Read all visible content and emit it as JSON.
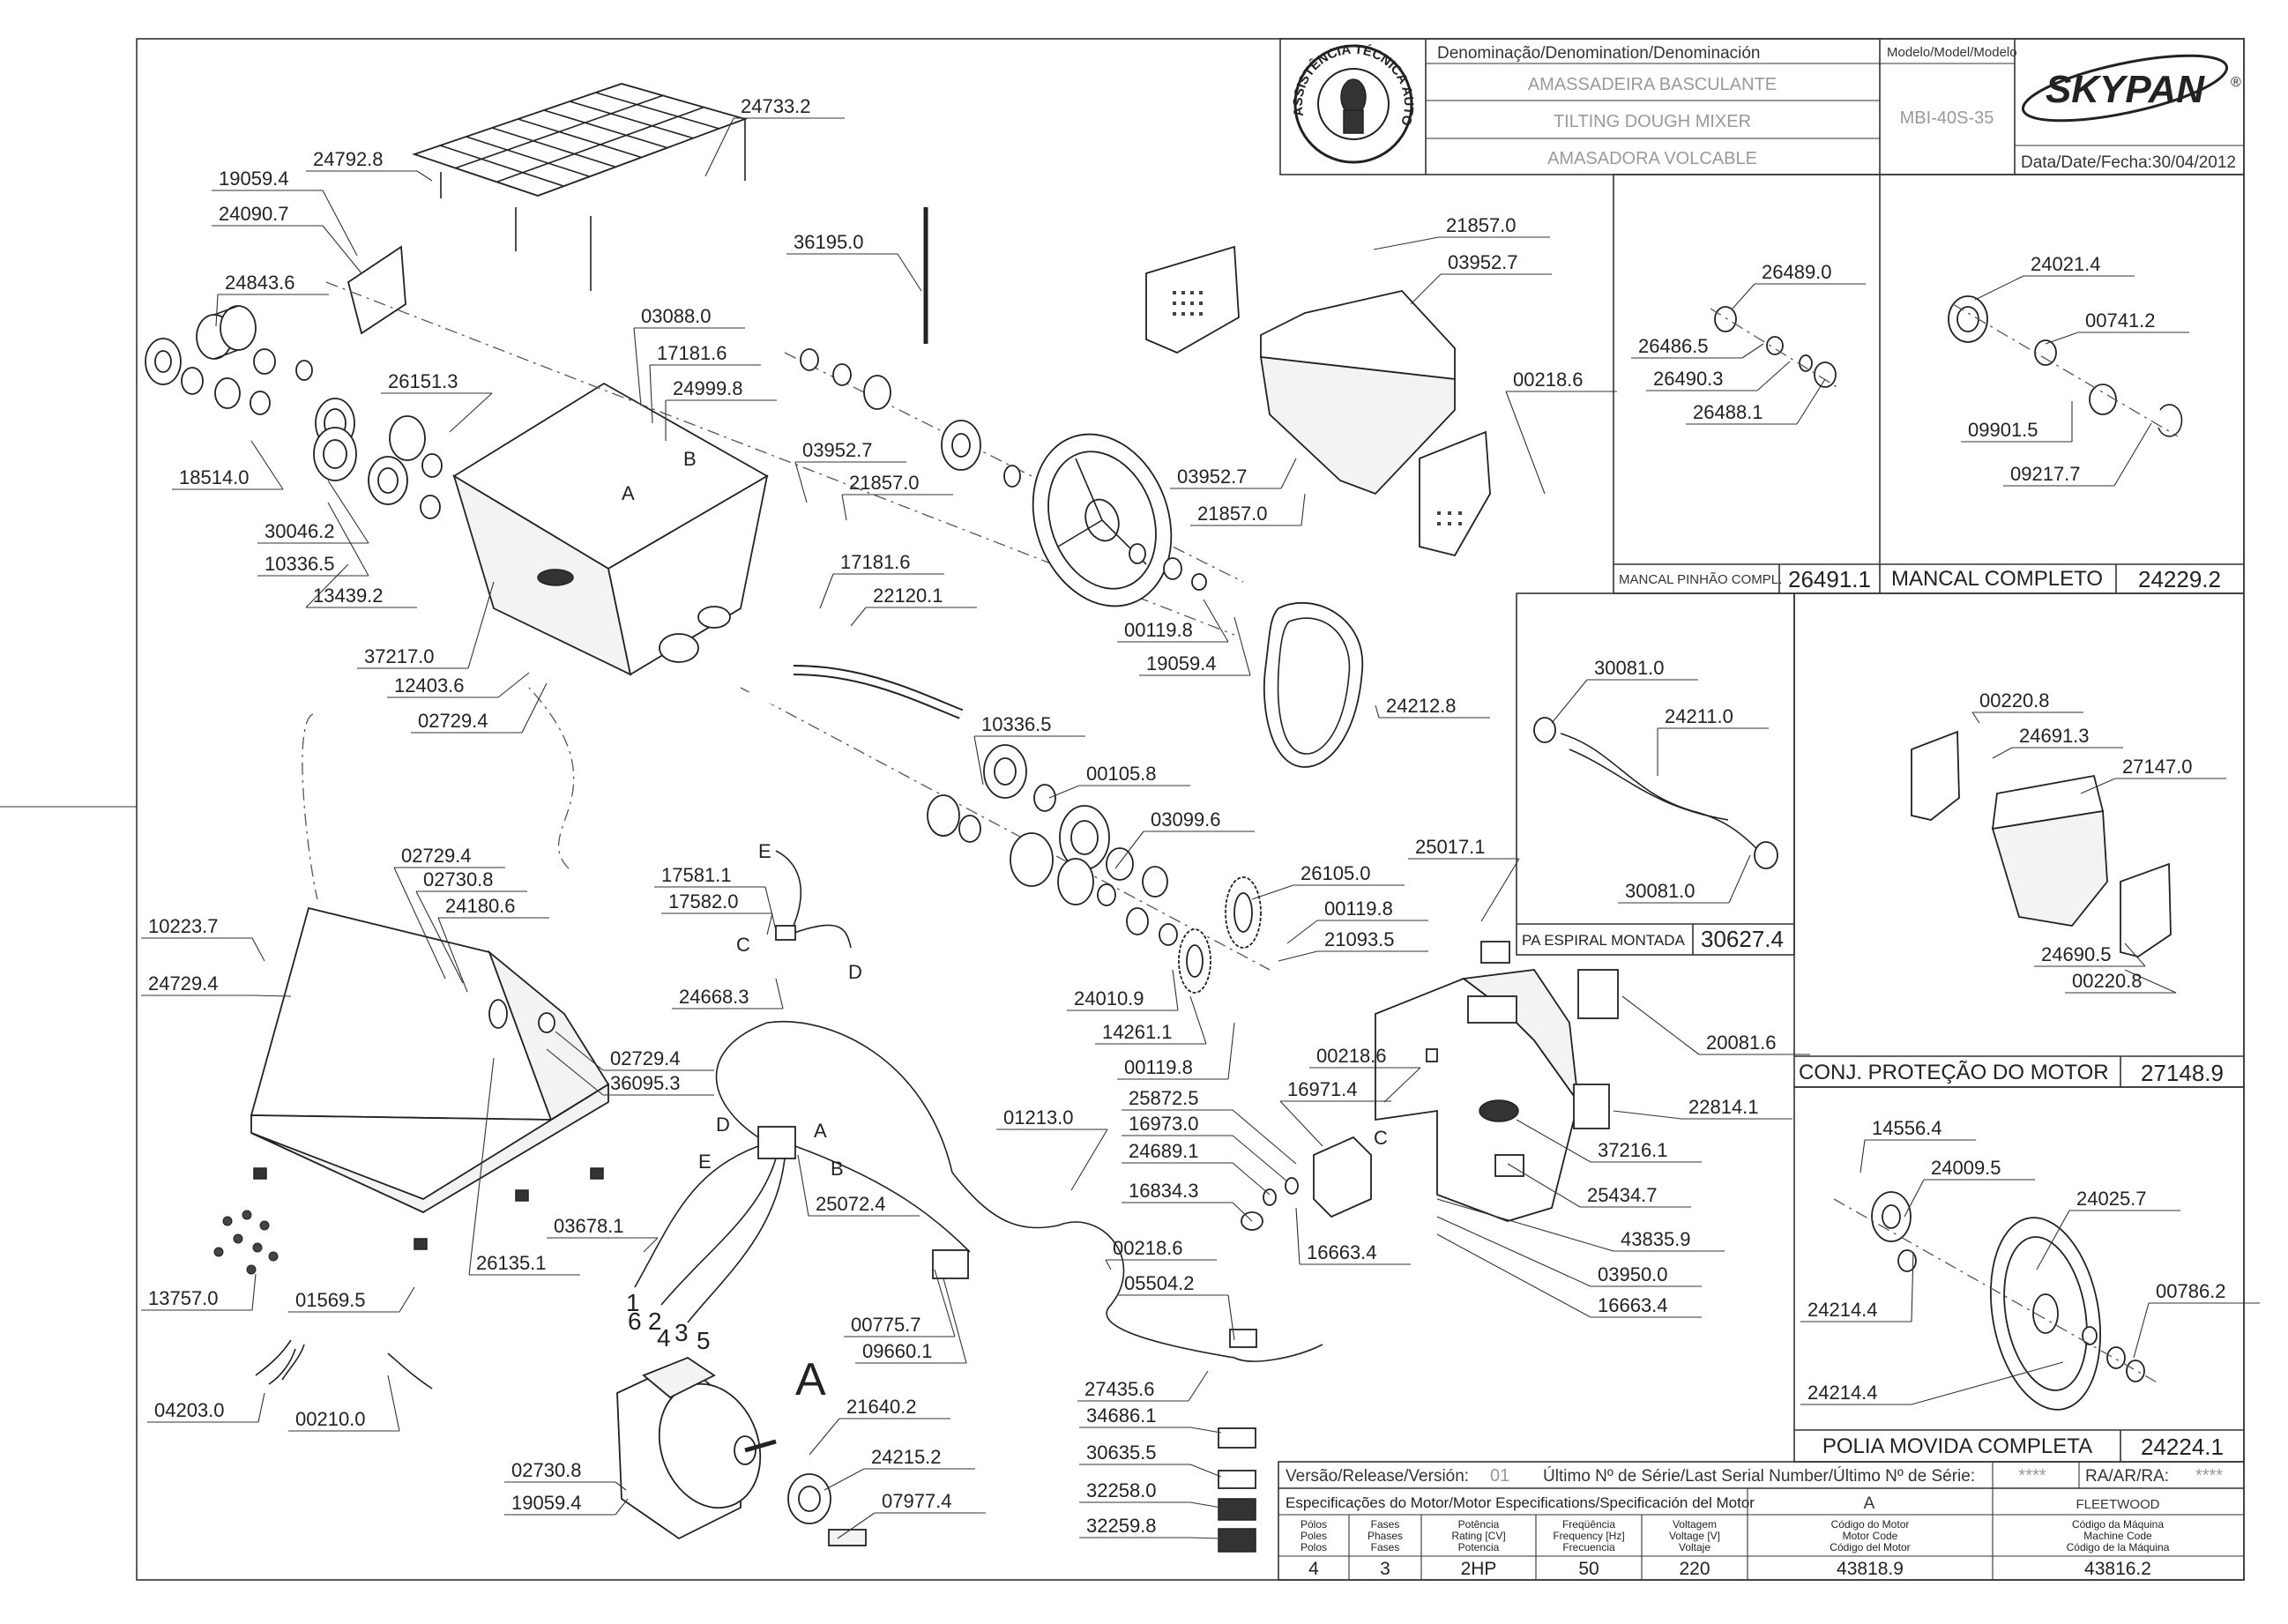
{
  "title_block": {
    "denomination_header": "Denominação/Denomination/Denominación",
    "name_pt": "AMASSADEIRA BASCULANTE",
    "name_en": "TILTING DOUGH MIXER",
    "name_es": "AMASADORA VOLCABLE",
    "model_header": "Modelo/Model/Modelo",
    "model": "MBI-40S-35",
    "brand": "SKYPAN",
    "date_label": "Data/Date/Fecha:30/04/2012",
    "seal_text": "ASSISTÊNCIA TÉCNICA AUTORIZADA"
  },
  "bottom_block": {
    "version_label": "Versão/Release/Versión:",
    "version_value": "01",
    "serial_label": "Último Nº de Série/Last Serial Number/Último Nº de Série:",
    "serial_value": "****",
    "ra_label": "RA/AR/RA:",
    "ra_value": "****",
    "motor_spec_label": "Especificações do Motor/Motor Especifications/Specificación del Motor",
    "motor_a": "A",
    "motor_brand": "FLEETWOOD",
    "columns": [
      [
        "Pólos",
        "Poles",
        "Polos"
      ],
      [
        "Fases",
        "Phases",
        "Fases"
      ],
      [
        "Potência",
        "Rating [CV]",
        "Potencia"
      ],
      [
        "Freqüência",
        "Frequency [Hz]",
        "Frecuencia"
      ],
      [
        "Voltagem",
        "Voltage [V]",
        "Voltaje"
      ],
      [
        "Código do Motor",
        "Motor Code",
        "Código del Motor"
      ],
      [
        "Código da Máquina",
        "Machine Code",
        "Código de la Máquina"
      ]
    ],
    "values": [
      "4",
      "3",
      "2HP",
      "50",
      "220",
      "43818.9",
      "43816.2"
    ]
  },
  "assemblies": {
    "mancal_pinhao_label": "MANCAL PINHÃO COMPL.",
    "mancal_pinhao_code": "26491.1",
    "mancal_completo_label": "MANCAL COMPLETO",
    "mancal_completo_code": "24229.2",
    "pa_espiral_label": "PA ESPIRAL MONTADA",
    "pa_espiral_code": "30627.4",
    "protecao_label": "CONJ. PROTEÇÃO DO MOTOR",
    "protecao_code": "27148.9",
    "polia_label": "POLIA MOVIDA COMPLETA",
    "polia_code": "24224.1"
  },
  "part_labels": [
    "24733.2",
    "24792.8",
    "19059.4",
    "24090.7",
    "24843.6",
    "18514.0",
    "26151.3",
    "30046.2",
    "10336.5",
    "13439.2",
    "37217.0",
    "12403.6",
    "02729.4",
    "36195.0",
    "03088.0",
    "17181.6",
    "24999.8",
    "03952.7",
    "21857.0",
    "17181.6",
    "22120.1",
    "00119.8",
    "19059.4",
    "24212.8",
    "21857.0",
    "03952.7",
    "00218.6",
    "03952.7",
    "21857.0",
    "10336.5",
    "00105.8",
    "03099.6",
    "26105.0",
    "00119.8",
    "21093.5",
    "24010.9",
    "14261.1",
    "00119.8",
    "25017.1",
    "20081.6",
    "00218.6",
    "25872.5",
    "16971.4",
    "16973.0",
    "24689.1",
    "16834.3",
    "16663.4",
    "22814.1",
    "37216.1",
    "25434.7",
    "43835.9",
    "03950.0",
    "16663.4",
    "02729.4",
    "02730.8",
    "24180.6",
    "10223.7",
    "24729.4",
    "02729.4",
    "36095.3",
    "26135.1",
    "13757.0",
    "01569.5",
    "04203.0",
    "00210.0",
    "17581.1",
    "17582.0",
    "24668.3",
    "25072.4",
    "03678.1",
    "01213.0",
    "00218.6",
    "05504.2",
    "00775.7",
    "09660.1",
    "27435.6",
    "34686.1",
    "30635.5",
    "32258.0",
    "32259.8",
    "02730.8",
    "19059.4",
    "21640.2",
    "24215.2",
    "07977.4",
    "26489.0",
    "26486.5",
    "26490.3",
    "26488.1",
    "24021.4",
    "00741.2",
    "09901.5",
    "09217.7",
    "30081.0",
    "24211.0",
    "30081.0",
    "00220.8",
    "24691.3",
    "27147.0",
    "24690.5",
    "00220.8",
    "14556.4",
    "24009.5",
    "24025.7",
    "24214.4",
    "00786.2",
    "24214.4"
  ],
  "callouts": {
    "A": "A",
    "B": "B",
    "C": "C",
    "D": "D",
    "E": "E",
    "wires": [
      "1",
      "2",
      "3",
      "4",
      "5",
      "6"
    ],
    "motor_A": "A"
  }
}
